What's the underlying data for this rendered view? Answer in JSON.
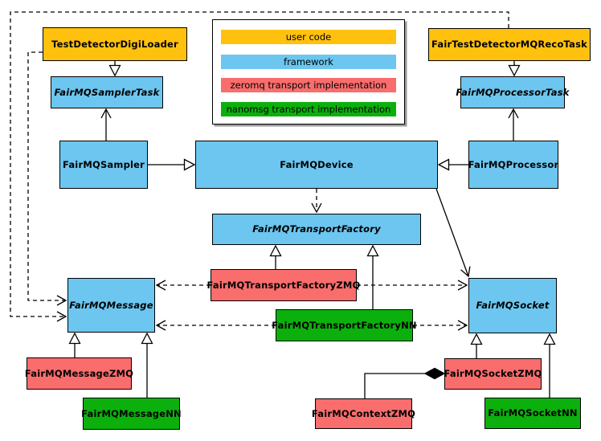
{
  "diagram": {
    "type": "uml-class-diagram",
    "subject": "FairMQ framework class structure"
  },
  "legend": {
    "items": [
      {
        "label": "user code",
        "color": "#ffc10e"
      },
      {
        "label": "framework",
        "color": "#6cc6ef"
      },
      {
        "label": "zeromq transport implementation",
        "color": "#f96d6d"
      },
      {
        "label": "nanomsg transport implementation",
        "color": "#0cb00c"
      }
    ]
  },
  "colors": {
    "user_code": "#ffc10e",
    "framework": "#6cc6ef",
    "zeromq": "#f96d6d",
    "nanomsg": "#0cb00c",
    "border": "#000000",
    "background": "#ffffff"
  },
  "nodes": {
    "digiloader": {
      "label": "TestDetectorDigiLoader",
      "category": "user code",
      "abstract": false
    },
    "recotask": {
      "label": "FairTestDetectorMQRecoTask",
      "category": "user code",
      "abstract": false
    },
    "samplertask": {
      "label": "FairMQSamplerTask",
      "category": "framework",
      "abstract": true
    },
    "processortask": {
      "label": "FairMQProcessorTask",
      "category": "framework",
      "abstract": true
    },
    "sampler": {
      "label": "FairMQSampler",
      "category": "framework",
      "abstract": false
    },
    "device": {
      "label": "FairMQDevice",
      "category": "framework",
      "abstract": false
    },
    "processor": {
      "label": "FairMQProcessor",
      "category": "framework",
      "abstract": false
    },
    "factory": {
      "label": "FairMQTransportFactory",
      "category": "framework",
      "abstract": true
    },
    "factoryzmq": {
      "label": "FairMQTransportFactoryZMQ",
      "category": "zeromq",
      "abstract": false
    },
    "factorynn": {
      "label": "FairMQTransportFactoryNN",
      "category": "nanomsg",
      "abstract": false
    },
    "message": {
      "label": "FairMQMessage",
      "category": "framework",
      "abstract": true
    },
    "socket": {
      "label": "FairMQSocket",
      "category": "framework",
      "abstract": true
    },
    "messagezmq": {
      "label": "FairMQMessageZMQ",
      "category": "zeromq",
      "abstract": false
    },
    "messagenn": {
      "label": "FairMQMessageNN",
      "category": "nanomsg",
      "abstract": false
    },
    "socketzmq": {
      "label": "FairMQSocketZMQ",
      "category": "zeromq",
      "abstract": false
    },
    "socketnn": {
      "label": "FairMQSocketNN",
      "category": "nanomsg",
      "abstract": false
    },
    "contextzmq": {
      "label": "FairMQContextZMQ",
      "category": "zeromq",
      "abstract": false
    }
  },
  "relationships": [
    {
      "from": "TestDetectorDigiLoader",
      "to": "FairMQSamplerTask",
      "type": "inheritance"
    },
    {
      "from": "FairTestDetectorMQRecoTask",
      "to": "FairMQProcessorTask",
      "type": "inheritance"
    },
    {
      "from": "FairMQSampler",
      "to": "FairMQSamplerTask",
      "type": "association"
    },
    {
      "from": "FairMQProcessor",
      "to": "FairMQProcessorTask",
      "type": "association"
    },
    {
      "from": "FairMQSampler",
      "to": "FairMQDevice",
      "type": "inheritance"
    },
    {
      "from": "FairMQProcessor",
      "to": "FairMQDevice",
      "type": "inheritance"
    },
    {
      "from": "FairMQDevice",
      "to": "FairMQTransportFactory",
      "type": "dashed-dependency"
    },
    {
      "from": "FairMQDevice",
      "to": "FairMQSocket",
      "type": "association"
    },
    {
      "from": "FairMQTransportFactoryZMQ",
      "to": "FairMQTransportFactory",
      "type": "inheritance"
    },
    {
      "from": "FairMQTransportFactoryNN",
      "to": "FairMQTransportFactory",
      "type": "inheritance"
    },
    {
      "from": "FairMQTransportFactoryZMQ",
      "to": "FairMQMessage",
      "type": "dashed-dependency"
    },
    {
      "from": "FairMQTransportFactoryZMQ",
      "to": "FairMQSocket",
      "type": "dashed-dependency"
    },
    {
      "from": "FairMQTransportFactoryNN",
      "to": "FairMQMessage",
      "type": "dashed-dependency"
    },
    {
      "from": "FairMQTransportFactoryNN",
      "to": "FairMQSocket",
      "type": "dashed-dependency"
    },
    {
      "from": "TestDetectorDigiLoader",
      "to": "FairMQMessage",
      "type": "dashed-dependency"
    },
    {
      "from": "FairTestDetectorMQRecoTask",
      "to": "FairMQMessage",
      "type": "dashed-dependency"
    },
    {
      "from": "FairMQMessageZMQ",
      "to": "FairMQMessage",
      "type": "inheritance"
    },
    {
      "from": "FairMQMessageNN",
      "to": "FairMQMessage",
      "type": "inheritance"
    },
    {
      "from": "FairMQSocketZMQ",
      "to": "FairMQSocket",
      "type": "inheritance"
    },
    {
      "from": "FairMQSocketNN",
      "to": "FairMQSocket",
      "type": "inheritance"
    },
    {
      "from": "FairMQContextZMQ",
      "to": "FairMQSocketZMQ",
      "type": "composition"
    }
  ]
}
